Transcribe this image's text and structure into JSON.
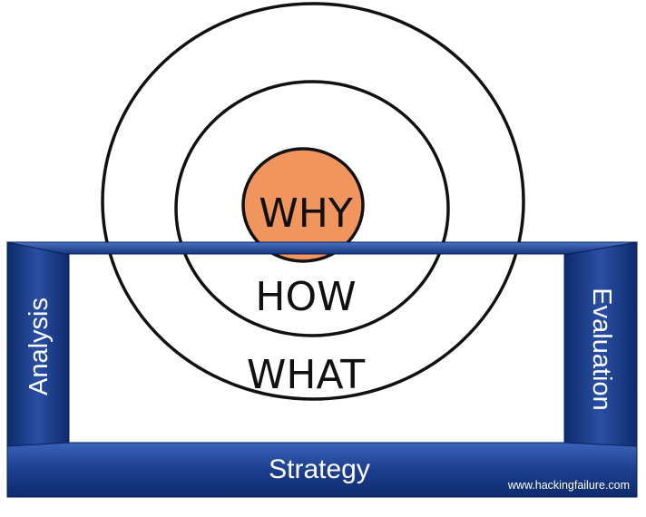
{
  "circles": {
    "inner_label": "WHY",
    "middle_label": "HOW",
    "outer_label": "WHAT"
  },
  "frame": {
    "left_label": "Analysis",
    "right_label": "Evaluation",
    "bottom_label": "Strategy"
  },
  "watermark": "www.hackingfailure.com",
  "colors": {
    "why_fill": "#F0955E",
    "bar_dark": "#0E2A6B",
    "bar_mid": "#1C3F8F",
    "bar_light": "#3A62B8"
  }
}
